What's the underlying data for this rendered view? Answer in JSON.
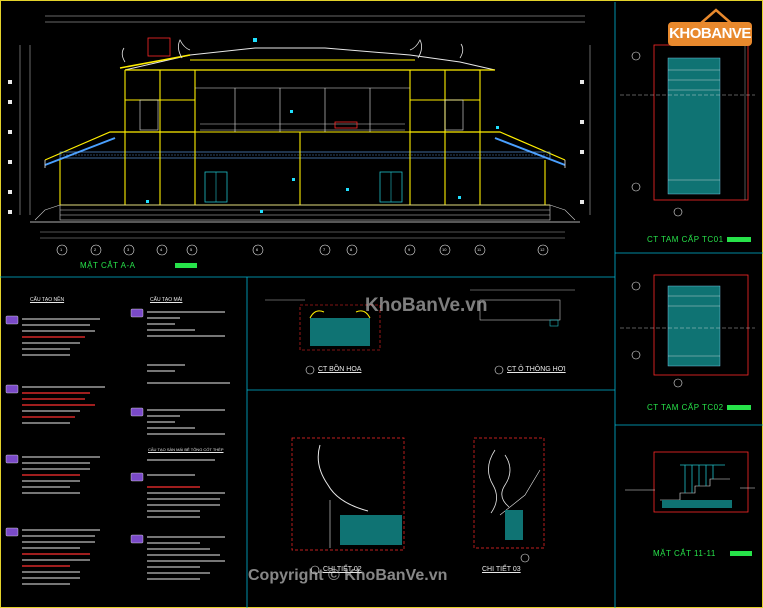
{
  "section_a": {
    "title": "MẶT CẮT A-A"
  },
  "axis_labels": [
    "1",
    "2",
    "3",
    "4",
    "5",
    "6",
    "7",
    "8",
    "9",
    "10",
    "11",
    "12"
  ],
  "stairs": {
    "tc01": "CT TAM CẤP TC01",
    "tc02": "CT TAM CẤP TC02",
    "section_11": "MẶT CẮT 11-11"
  },
  "details": {
    "bon_hoa": "CT BỒN HOA",
    "thong_hoi": "CT Ô THÔNG HƠI",
    "chi_tiet_02": "CHI TIẾT 02",
    "chi_tiet_03": "CHI TIẾT 03"
  },
  "notes": {
    "left_header": "CẤU TẠO NỀN",
    "mid_header": "CẤU TẠO MÁI",
    "mid_header_2": "CẤU TẠO SÀN MÁI BÊ TÔNG CỐT THÉP"
  },
  "watermark": {
    "logo": "KHOBANVE",
    "center": "KhoBanVe.vn",
    "footer": "Copyright © KhoBanVe.vn"
  },
  "colors": {
    "background": "#000000",
    "frame": "#e3d22b",
    "label_green": "#27e34a",
    "detail_red": "#ff2a2a",
    "logo_orange": "#e8892d"
  }
}
